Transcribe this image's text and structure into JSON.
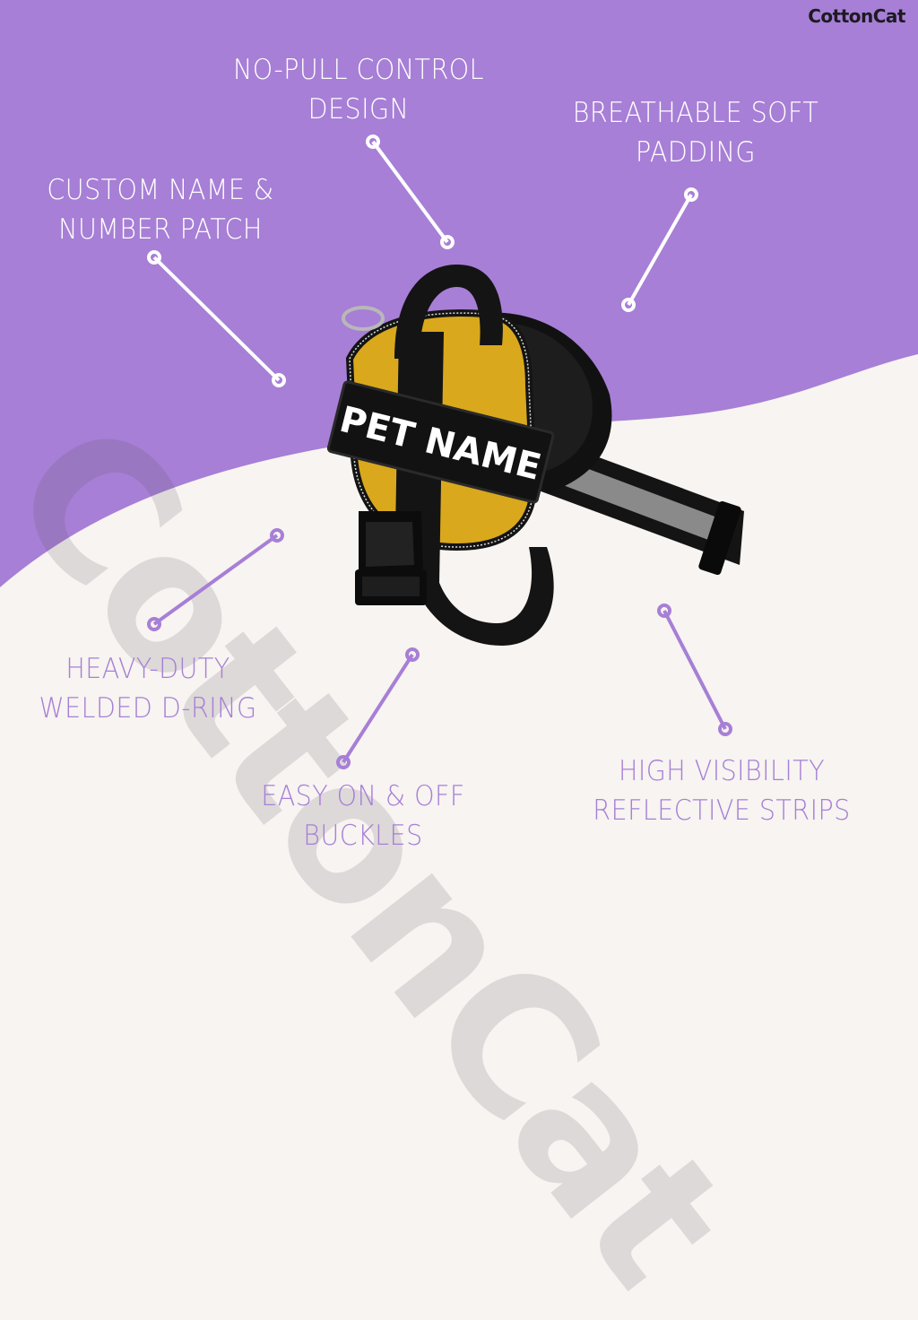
{
  "brand": {
    "logo_text": "CottonCat",
    "watermark_text": "CottonCat"
  },
  "colors": {
    "purple": "#a77fd6",
    "cream": "#f7f4f1",
    "harness_yellow": "#d9a81c",
    "harness_black": "#141414",
    "reflective_gray": "#8a8a8a",
    "top_label_color": "#ffffff",
    "bottom_label_color": "#a77fd6"
  },
  "product": {
    "patch_text": "PET NAME"
  },
  "features": [
    {
      "id": "no-pull",
      "lines": [
        "NO-PULL CONTROL",
        "DESIGN"
      ]
    },
    {
      "id": "padding",
      "lines": [
        "BREATHABLE SOFT",
        "PADDING"
      ]
    },
    {
      "id": "name-patch",
      "lines": [
        "CUSTOM NAME &",
        "NUMBER PATCH"
      ]
    },
    {
      "id": "d-ring",
      "lines": [
        "HEAVY-DUTY",
        "WELDED D-RING"
      ]
    },
    {
      "id": "buckles",
      "lines": [
        "EASY ON & OFF",
        "BUCKLES"
      ]
    },
    {
      "id": "reflective",
      "lines": [
        "HIGH VISIBILITY",
        "REFLECTIVE STRIPS"
      ]
    }
  ]
}
